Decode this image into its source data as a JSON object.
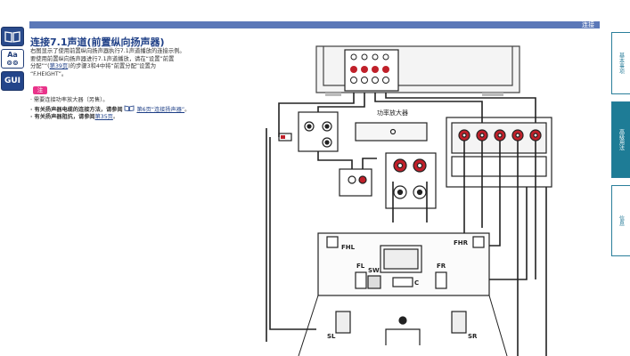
{
  "header": {
    "crumb": "连接"
  },
  "title": "连接7.1声道(前置纵向扬声器)",
  "desc": {
    "line1": "右图显示了使用前置纵向扬声器执行7.1声道播放的连接示例。",
    "line2_a": "要使用前置纵向扬声器进行7.1声道播放，请在“设置”前置",
    "line2_b": "分配”“(",
    "link1": "第39页",
    "line2_c": ")的步骤3和4中将“前置分配”设置为",
    "line3": "“F.HEIGHT”。"
  },
  "note": {
    "badge": "注",
    "items": [
      {
        "text": "· 需要连接功率放大器（另售）。"
      },
      {
        "text": "· 有关扬声器电缆的连接方法，请参阅",
        "link": "第6页“连接扬声器”",
        "tail": "。"
      },
      {
        "text": "· 有关扬声器阻抗，请参阅",
        "link": "第35页",
        "tail": "。"
      }
    ]
  },
  "diagram": {
    "amp_label": "功率放大器",
    "speakers": {
      "fhl": "FHL",
      "fhr": "FHR",
      "fl": "FL",
      "sw": "SW",
      "fr": "FR",
      "c": "C",
      "sl": "SL",
      "sr": "SR"
    }
  },
  "sidebar_tabs": [
    {
      "label": "基本事项",
      "active": false
    },
    {
      "label": "高级用法",
      "active": true
    },
    {
      "label": "信息",
      "active": false
    }
  ],
  "left_icons": [
    {
      "name": "book-icon",
      "label": "目录"
    },
    {
      "name": "aa-icon",
      "label": "Aa"
    },
    {
      "name": "gui-icon",
      "label": "GUI"
    }
  ]
}
